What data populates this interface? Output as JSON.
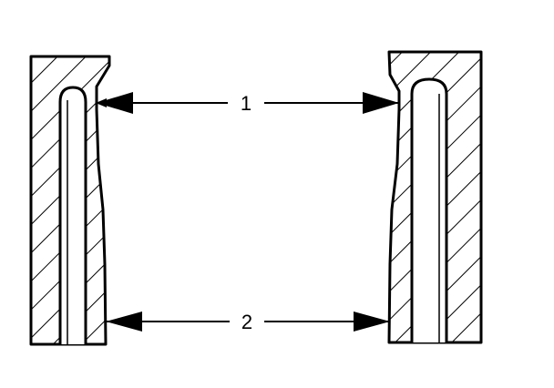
{
  "diagram": {
    "callouts": [
      {
        "id": "1",
        "text": "1"
      },
      {
        "id": "2",
        "text": "2"
      }
    ],
    "colors": {
      "stroke": "#000000",
      "fill": "#ffffff"
    }
  }
}
